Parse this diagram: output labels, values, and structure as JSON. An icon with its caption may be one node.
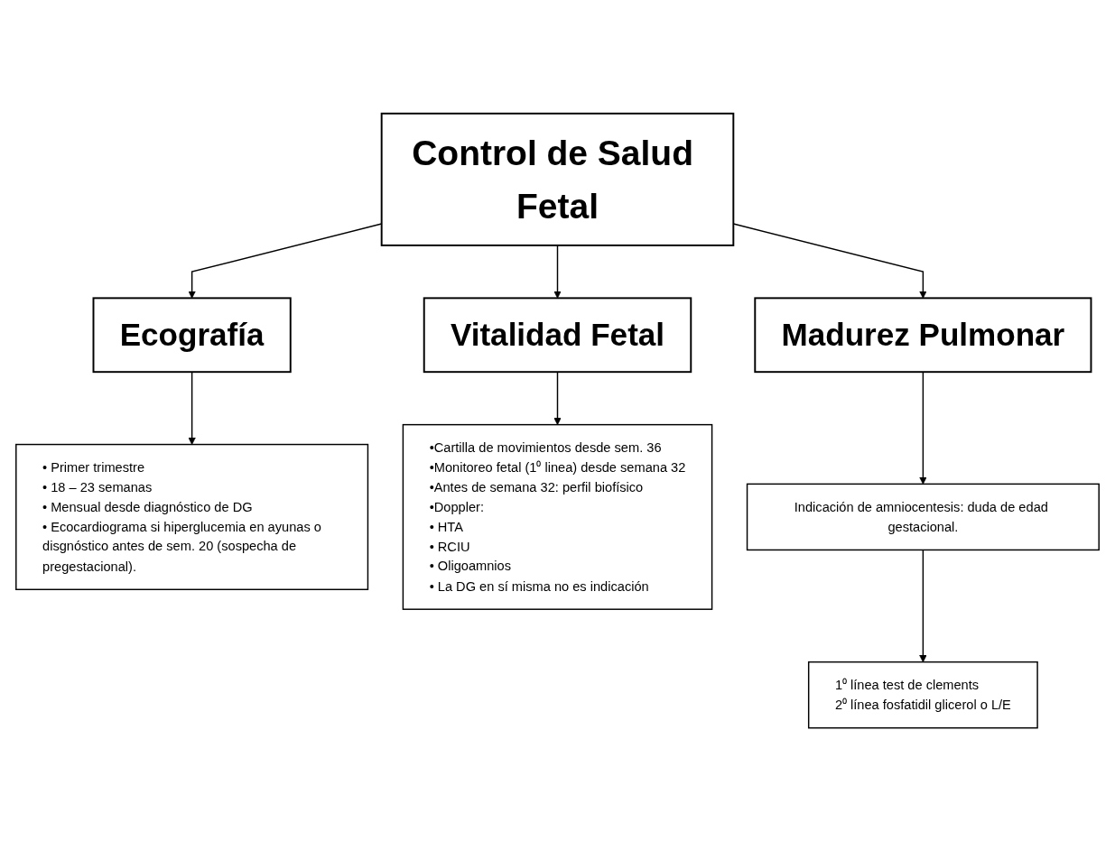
{
  "diagram": {
    "nodes": [
      {
        "text": [
          "Control de Salud Fetal"
        ]
      },
      {
        "text": [
          "Ecografía"
        ]
      },
      {
        "text": [
          "Vitalidad Fetal"
        ]
      },
      {
        "text": [
          "Madurez Pulmonar"
        ]
      },
      {
        "text": [
          "• Primer trimestre",
          "• 18 – 23 semanas",
          "• Mensual desde diagnóstico de DG",
          "• Ecocardiograma si hiperglucemia en ayunas o disgnóstico antes de sem. 20 (sospecha de pregestacional)."
        ]
      },
      {
        "text": [
          "•Cartilla de movimientos desde sem. 36",
          "•Monitoreo fetal (1⁰ linea) desde semana 32",
          "•Antes de semana 32: perfil biofísico",
          "•Doppler:",
          "• HTA",
          "• RCIU",
          "• Oligoamnios",
          "• La DG en sí misma no es indicación"
        ]
      },
      {
        "text": [
          "Indicación de amniocentesis: duda de edad gestacional."
        ]
      },
      {
        "text": [
          "1⁰  línea test de clements",
          "2⁰  línea fosfatidil glicerol o L/E"
        ]
      }
    ],
    "edges": [
      {
        "from": 0,
        "to": 1,
        "arrow": "to"
      },
      {
        "from": 0,
        "to": 2,
        "arrow": "to"
      },
      {
        "from": 0,
        "to": 3,
        "arrow": "to"
      },
      {
        "from": 1,
        "to": 4,
        "arrow": "to"
      },
      {
        "from": 2,
        "to": 5,
        "arrow": "to"
      },
      {
        "from": 3,
        "to": 6,
        "arrow": "to"
      },
      {
        "from": 6,
        "to": 7,
        "arrow": "to"
      }
    ]
  }
}
